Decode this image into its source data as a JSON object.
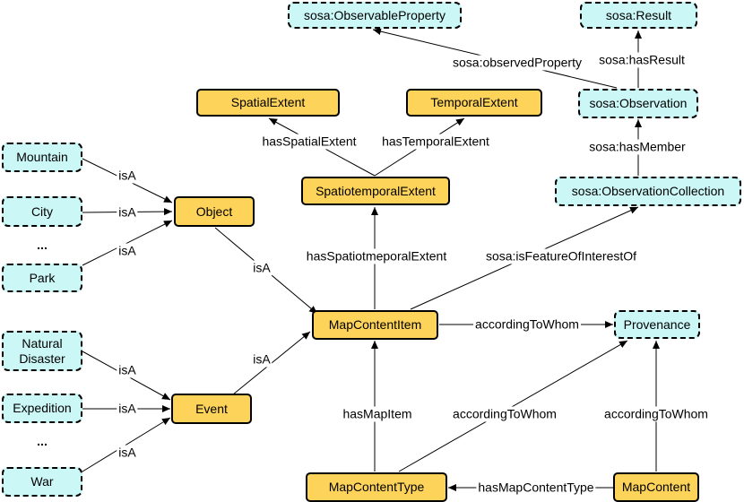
{
  "nodes": {
    "observable_property": "sosa:ObservableProperty",
    "result": "sosa:Result",
    "observation": "sosa:Observation",
    "observation_collection": "sosa:ObservationCollection",
    "spatial_extent": "SpatialExtent",
    "temporal_extent": "TemporalExtent",
    "spatiotemporal_extent": "SpatiotemporalExtent",
    "mountain": "Mountain",
    "city": "City",
    "park": "Park",
    "object": "Object",
    "map_content_item": "MapContentItem",
    "provenance": "Provenance",
    "natural_disaster": "Natural\nDisaster",
    "expedition": "Expedition",
    "war": "War",
    "event": "Event",
    "map_content_type": "MapContentType",
    "map_content": "MapContent"
  },
  "ellipses": {
    "object_group": "...",
    "event_group": "..."
  },
  "edges": {
    "observed_property": "sosa:observedProperty",
    "has_result": "sosa:hasResult",
    "has_member": "sosa:hasMember",
    "has_spatial_extent": "hasSpatialExtent",
    "has_temporal_extent": "hasTemporalExtent",
    "has_spatiotemporal_extent": "hasSpatiotmeporalExtent",
    "feature_of_interest_of": "sosa:isFeatureOfInterestOf",
    "is_a_mountain": "isA",
    "is_a_city": "isA",
    "is_a_park": "isA",
    "is_a_object": "isA",
    "is_a_event": "isA",
    "is_a_natural_disaster": "isA",
    "is_a_expedition": "isA",
    "is_a_war": "isA",
    "according_to_whom_item": "accordingToWhom",
    "according_to_whom_type": "accordingToWhom",
    "according_to_whom_content": "accordingToWhom",
    "has_map_item": "hasMapItem",
    "has_map_content_type": "hasMapContentType"
  }
}
